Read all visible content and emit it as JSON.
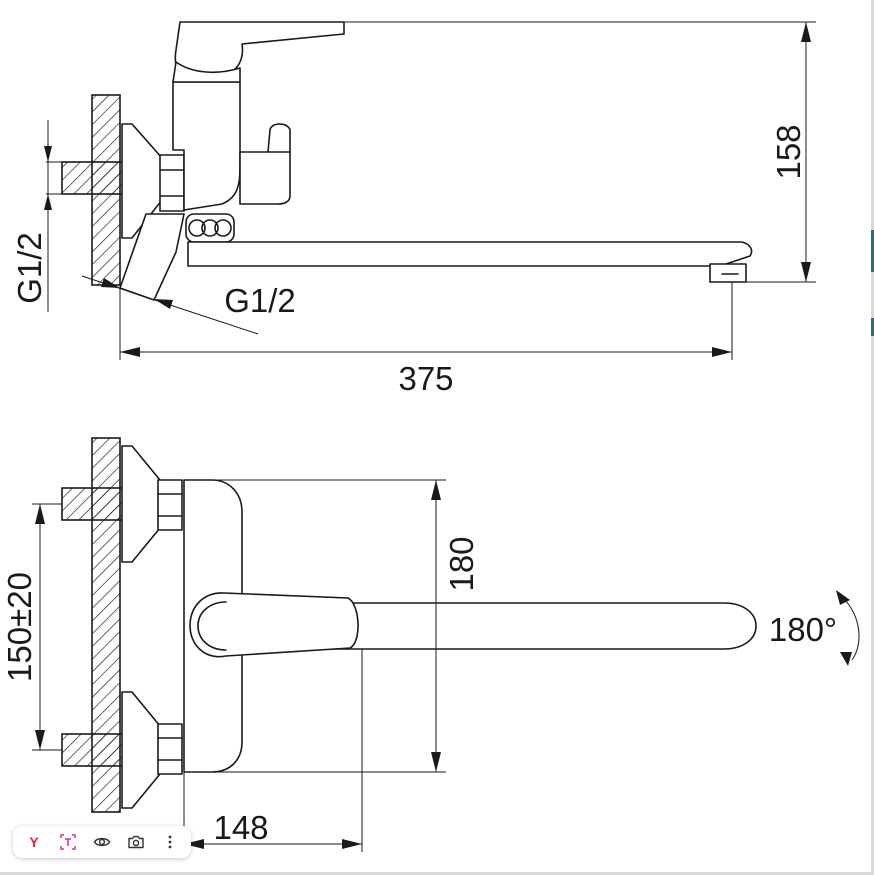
{
  "side_view": {
    "dim_height": "158",
    "dim_length": "375",
    "thread_vertical": "G1/2",
    "thread_diagonal": "G1/2"
  },
  "front_view": {
    "dim_body_height": "180",
    "dim_inlet_spacing": "150±20",
    "dim_projection": "148",
    "dim_rotation": "180°"
  },
  "toolbar": {
    "yandex_icon": "Y",
    "icons": [
      "yandex-logo-icon",
      "text-recognition-icon",
      "eye-icon",
      "camera-search-icon",
      "more-vertical-icon"
    ]
  },
  "colors": {
    "line": "#1a1a1a",
    "frame_accent": "#2e6f78",
    "yandex_red": "#e8232a",
    "text_recognition_pink": "#d63384"
  }
}
